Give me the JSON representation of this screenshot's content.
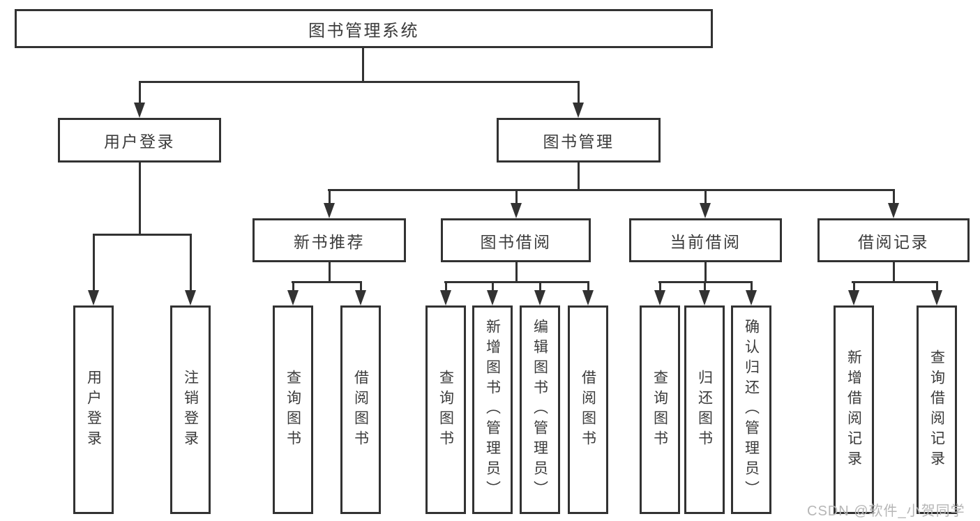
{
  "tree": {
    "root": {
      "label": "图书管理系统"
    },
    "children": [
      {
        "label": "用户登录",
        "children": [
          {
            "label": "用户登录"
          },
          {
            "label": "注销登录"
          }
        ]
      },
      {
        "label": "图书管理",
        "children": [
          {
            "label": "新书推荐",
            "children": [
              {
                "label": "查询图书"
              },
              {
                "label": "借阅图书"
              }
            ]
          },
          {
            "label": "图书借阅",
            "children": [
              {
                "label": "查询图书"
              },
              {
                "label": "新增图书（管理员）"
              },
              {
                "label": "编辑图书（管理员）"
              },
              {
                "label": "借阅图书"
              }
            ]
          },
          {
            "label": "当前借阅",
            "children": [
              {
                "label": "查询图书"
              },
              {
                "label": "归还图书"
              },
              {
                "label": "确认归还（管理员）"
              }
            ]
          },
          {
            "label": "借阅记录",
            "children": [
              {
                "label": "新增借阅记录"
              },
              {
                "label": "查询借阅记录"
              }
            ]
          }
        ]
      }
    ]
  },
  "watermark": {
    "text": "CSDN @软件_小贺同学"
  },
  "colors": {
    "line": "#323232",
    "text": "#3b3b3b",
    "watermark": "#b6b6b6",
    "background": "#ffffff"
  }
}
